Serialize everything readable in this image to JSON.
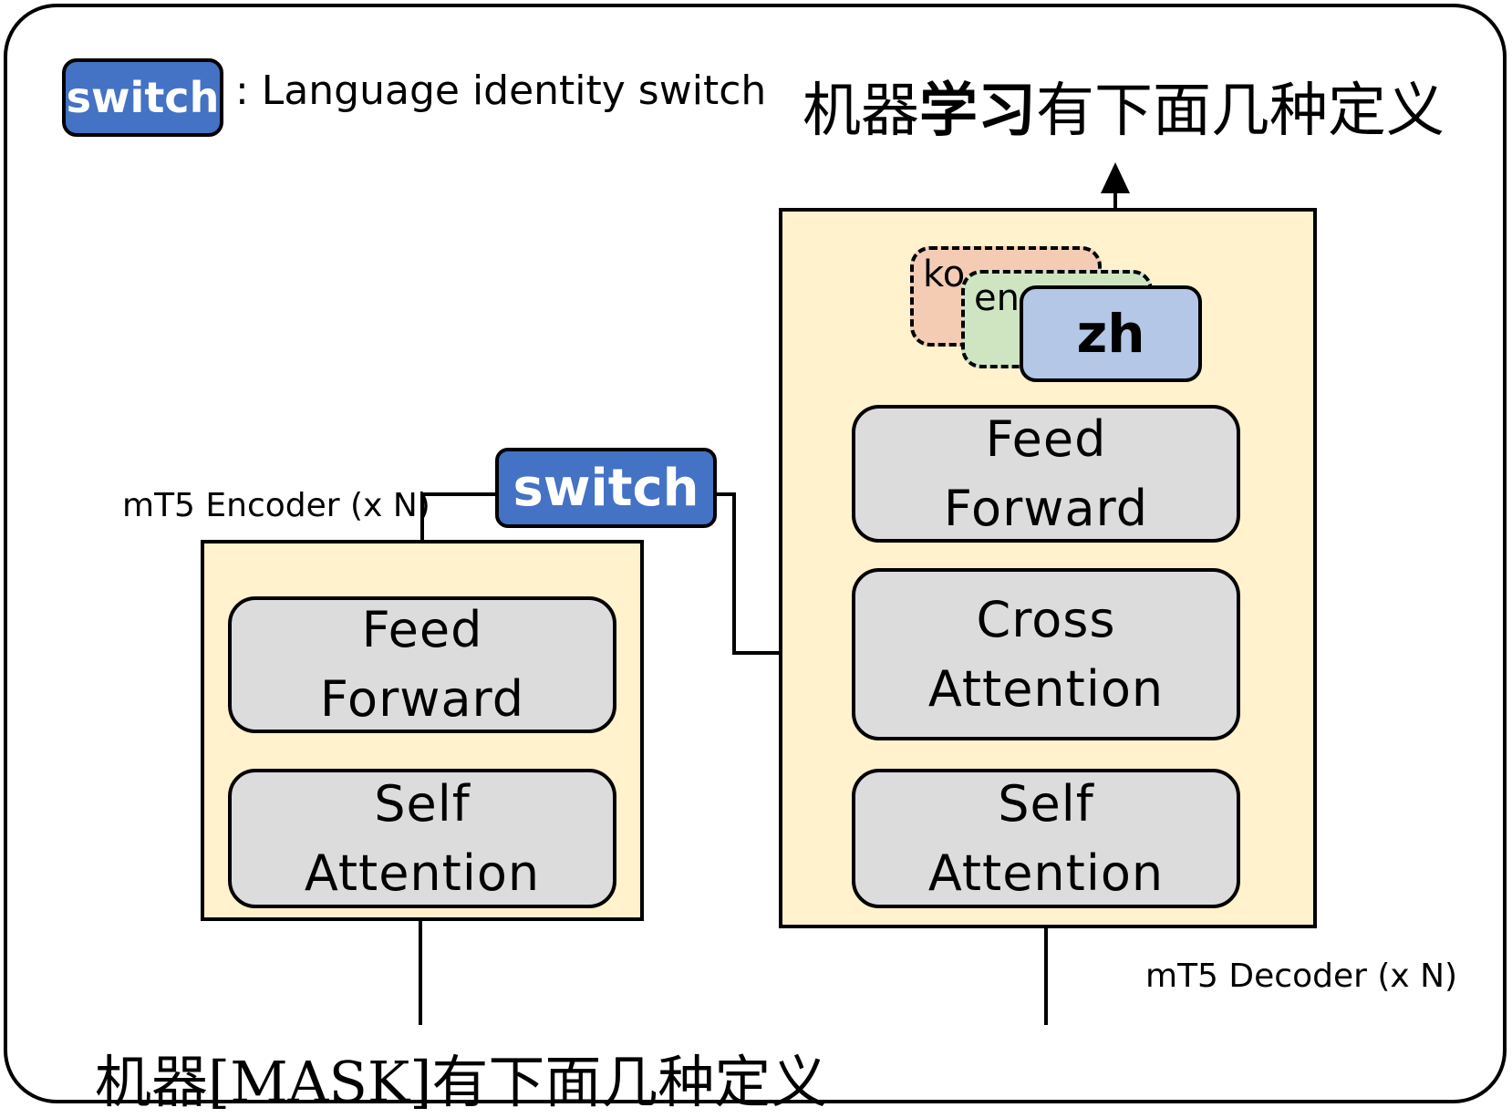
{
  "legend": {
    "switch_label": "switch",
    "description": ": Language identity switch"
  },
  "output_text": {
    "part1": "机器",
    "part2": "学习",
    "part3": "有下面几种定义"
  },
  "input_text": "机器[MASK]有下面几种定义",
  "encoder": {
    "title": "mT5 Encoder (x N)",
    "feed_forward": [
      "Feed",
      "Forward"
    ],
    "self_attention": [
      "Self",
      "Attention"
    ]
  },
  "switch_node": {
    "label": "switch"
  },
  "decoder": {
    "title": "mT5 Decoder (x N)",
    "feed_forward": [
      "Feed",
      "Forward"
    ],
    "cross_attention": [
      "Cross",
      "Attention"
    ],
    "self_attention": [
      "Self",
      "Attention"
    ],
    "languages": [
      "ko",
      "en",
      "zh"
    ]
  },
  "colors": {
    "switch_blue": "#4472c4",
    "panel_yellow": "#fff2cc",
    "block_gray": "#dcdcdc",
    "lang_ko": "#f4ccb4",
    "lang_en": "#cfe5c2",
    "lang_zh": "#b4c7e7"
  }
}
